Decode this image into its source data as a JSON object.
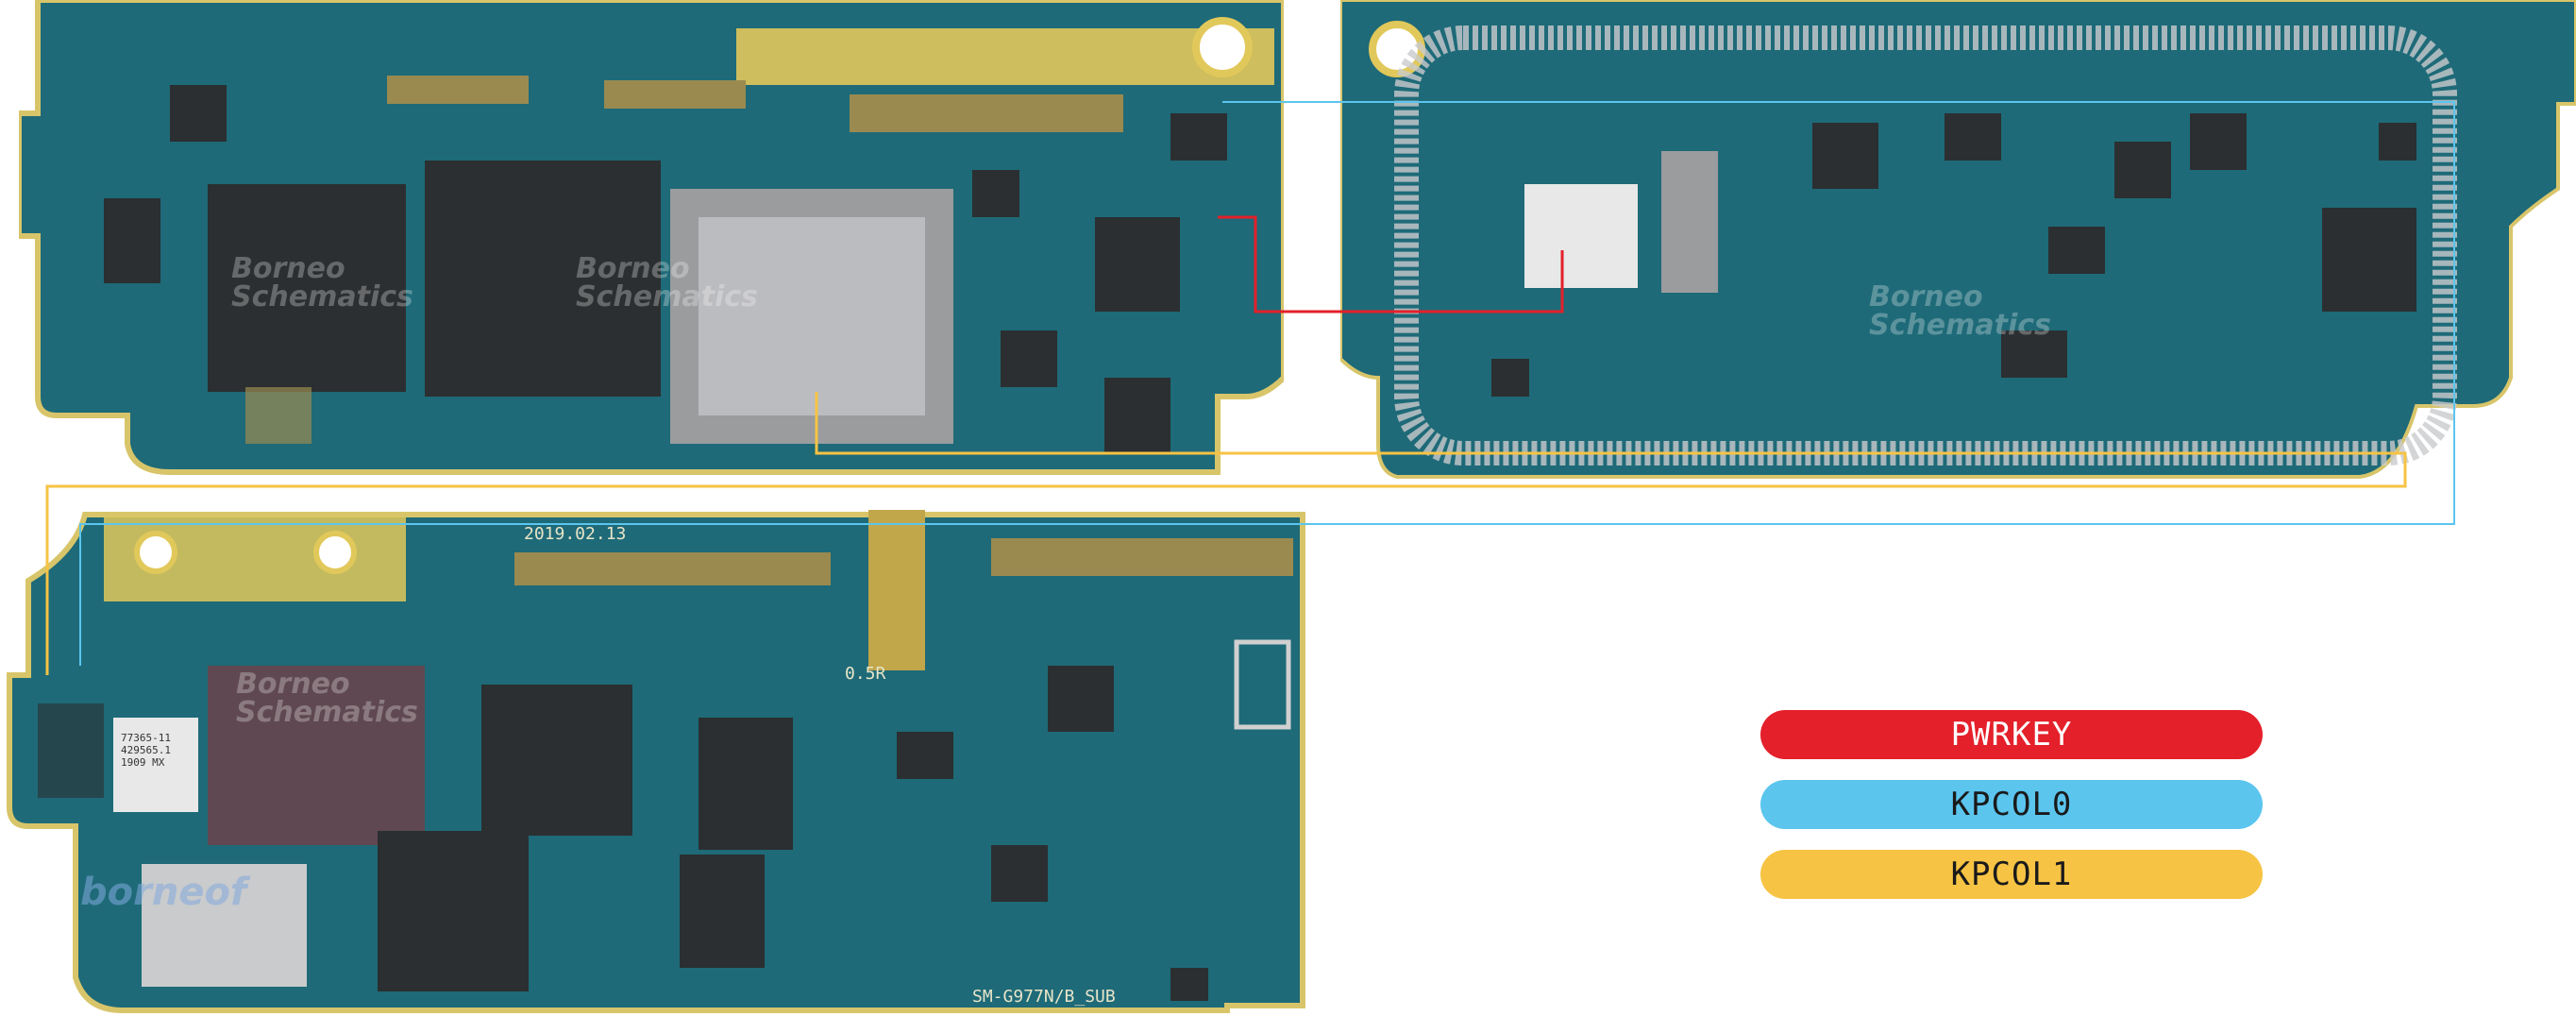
{
  "legend": {
    "items": [
      {
        "label": "PWRKEY",
        "color": "#e4202a",
        "text_color": "#ffffff"
      },
      {
        "label": "KPCOL0",
        "color": "#5bc5ee",
        "text_color": "#1a1a1a"
      },
      {
        "label": "KPCOL1",
        "color": "#f6c344",
        "text_color": "#1a1a1a"
      }
    ]
  },
  "boards": {
    "top_left": {
      "name": "main-board-top-left"
    },
    "top_right": {
      "name": "main-board-top-right"
    },
    "bottom": {
      "name": "sub-board",
      "silkscreen_date": "2019.02.13",
      "silkscreen_model": "SM-G977N/B_SUB",
      "silkscreen_rev": "0.5R",
      "chip_label": "77365-11 429565.1 1909 MX"
    }
  },
  "watermark": {
    "line1": "Borneo",
    "line2": "Schematics",
    "logo": "borneof"
  },
  "colors": {
    "pcb": "#1e6a78",
    "pcb_edge": "#16505c",
    "gold": "#e1c85a",
    "chip": "#2b2f31",
    "trace_red": "#e4202a",
    "trace_blue": "#5bc5ee",
    "trace_yellow": "#f6c344"
  }
}
